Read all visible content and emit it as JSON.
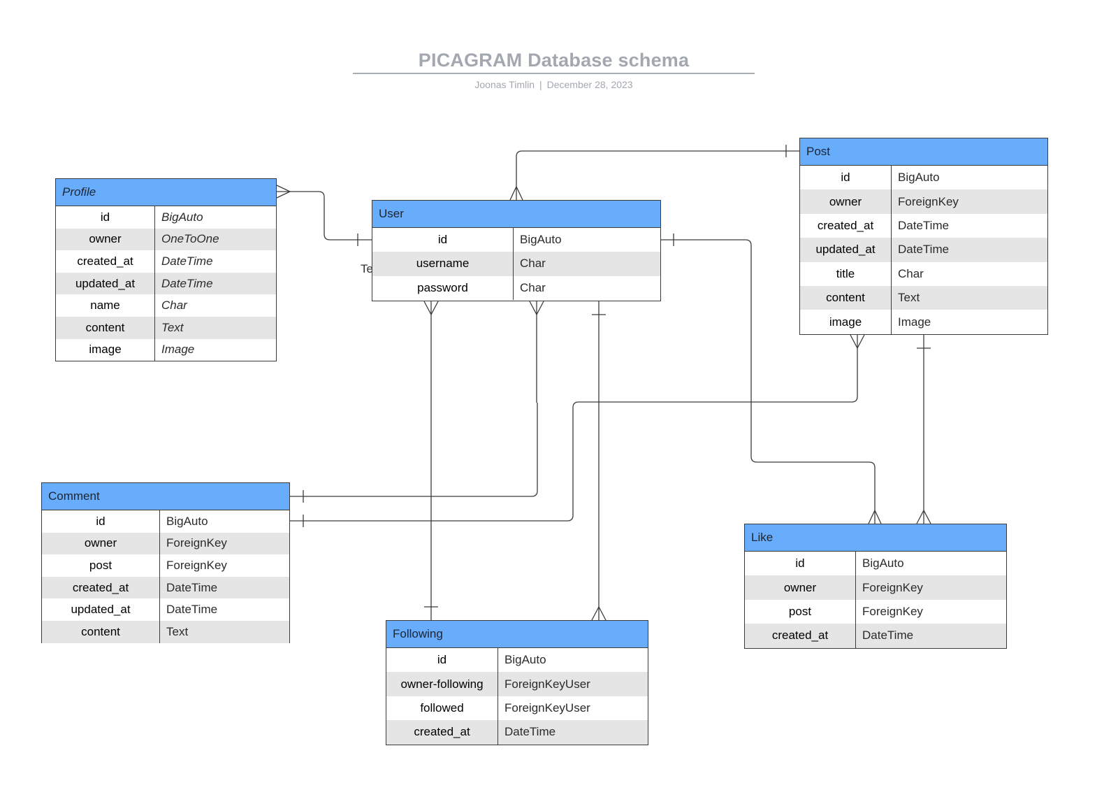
{
  "diagram": {
    "title": "PICAGRAM Database schema",
    "author": "Joonas Timlin",
    "separator": "|",
    "date": "December 28, 2023",
    "stray_label": "Text"
  },
  "entities": {
    "profile": {
      "name": "Profile",
      "rows": [
        {
          "field": "id",
          "type": "BigAuto"
        },
        {
          "field": "owner",
          "type": "OneToOne"
        },
        {
          "field": "created_at",
          "type": "DateTime"
        },
        {
          "field": "updated_at",
          "type": "DateTime"
        },
        {
          "field": "name",
          "type": "Char"
        },
        {
          "field": "content",
          "type": "Text"
        },
        {
          "field": "image",
          "type": "Image"
        }
      ]
    },
    "user": {
      "name": "User",
      "rows": [
        {
          "field": "id",
          "type": "BigAuto"
        },
        {
          "field": "username",
          "type": "Char"
        },
        {
          "field": "password",
          "type": "Char"
        }
      ]
    },
    "post": {
      "name": "Post",
      "rows": [
        {
          "field": "id",
          "type": "BigAuto"
        },
        {
          "field": "owner",
          "type": "ForeignKey"
        },
        {
          "field": "created_at",
          "type": "DateTime"
        },
        {
          "field": "updated_at",
          "type": "DateTime"
        },
        {
          "field": "title",
          "type": "Char"
        },
        {
          "field": "content",
          "type": "Text"
        },
        {
          "field": "image",
          "type": "Image"
        }
      ]
    },
    "comment": {
      "name": "Comment",
      "rows": [
        {
          "field": "id",
          "type": "BigAuto"
        },
        {
          "field": "owner",
          "type": "ForeignKey"
        },
        {
          "field": "post",
          "type": "ForeignKey"
        },
        {
          "field": "created_at",
          "type": "DateTime"
        },
        {
          "field": "updated_at",
          "type": "DateTime"
        },
        {
          "field": "content",
          "type": "Text"
        }
      ]
    },
    "following": {
      "name": "Following",
      "rows": [
        {
          "field": "id",
          "type": "BigAuto"
        },
        {
          "field": "owner-following",
          "type": "ForeignKeyUser"
        },
        {
          "field": "followed",
          "type": "ForeignKeyUser"
        },
        {
          "field": "created_at",
          "type": "DateTime"
        }
      ]
    },
    "like": {
      "name": "Like",
      "rows": [
        {
          "field": "id",
          "type": "BigAuto"
        },
        {
          "field": "owner",
          "type": "ForeignKey"
        },
        {
          "field": "post",
          "type": "ForeignKey"
        },
        {
          "field": "created_at",
          "type": "DateTime"
        }
      ]
    }
  },
  "colors": {
    "header": "#68acfc",
    "alt_row": "#e5e5e5",
    "line": "#3b3b3b",
    "title": "#a3a8b0"
  }
}
